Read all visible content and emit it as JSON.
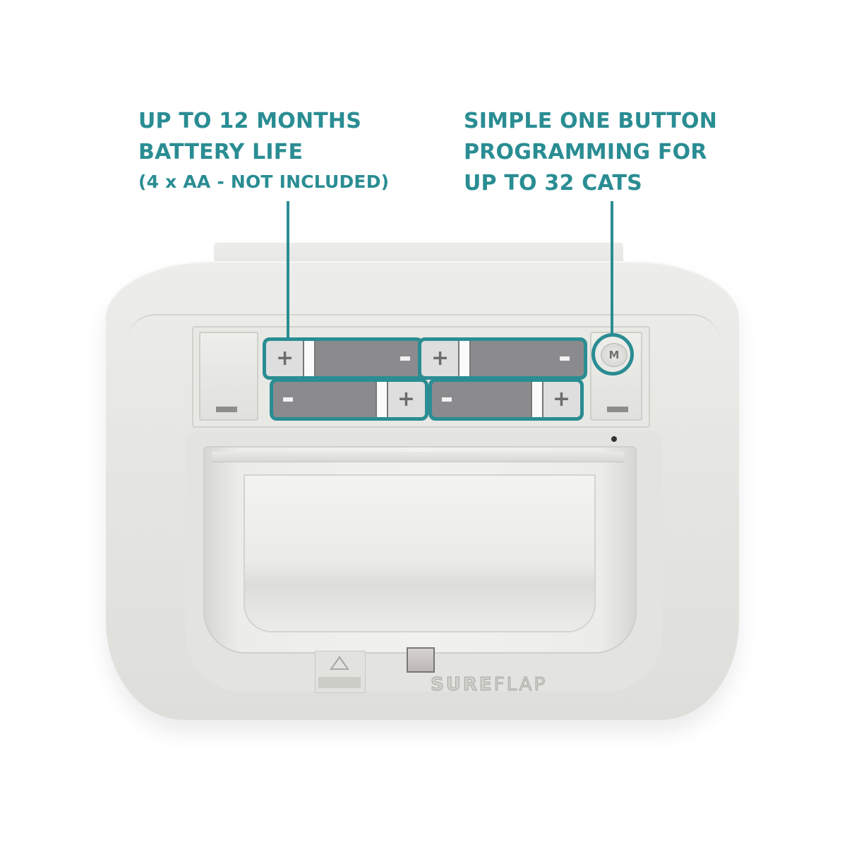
{
  "callouts": {
    "battery": {
      "line1": "UP TO 12 MONTHS",
      "line2": "BATTERY LIFE",
      "line3": "(4 x AA - NOT INCLUDED)"
    },
    "programming": {
      "line1": "SIMPLE ONE BUTTON",
      "line2": "PROGRAMMING FOR",
      "line3": "UP TO 32 CATS"
    }
  },
  "product": {
    "brand_part1": "SURE",
    "brand_part2": "FLAP",
    "button_label": "M",
    "battery_count": 4,
    "batteries": [
      {
        "left_sign": "+",
        "right_sign": "-"
      },
      {
        "left_sign": "+",
        "right_sign": "-"
      },
      {
        "left_sign": "-",
        "right_sign": "+"
      },
      {
        "left_sign": "-",
        "right_sign": "+"
      }
    ]
  },
  "colors": {
    "accent": "#2a8d93",
    "device_body": "#e6e6e3",
    "battery_body": "#8b8b8d"
  }
}
